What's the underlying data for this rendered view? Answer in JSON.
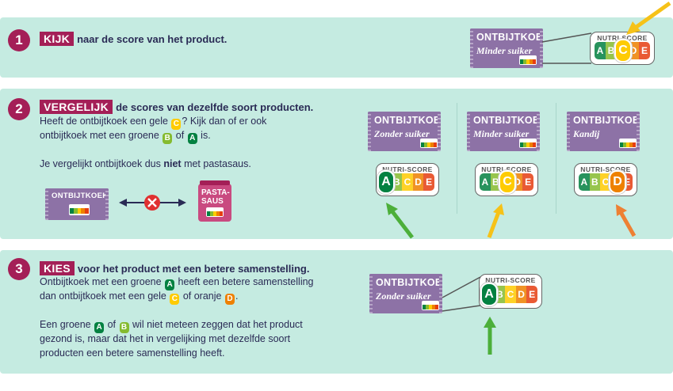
{
  "step1": {
    "number": "1",
    "keyword": "KIJK",
    "text": "naar de score van het product.",
    "package": {
      "title": "ONTBIJTKOEK",
      "subtitle": "Minder suiker"
    },
    "score": "C"
  },
  "step2": {
    "number": "2",
    "keyword": "VERGELIJK",
    "heading": "de scores van dezelfde soort producten.",
    "line1_a": "Heeft de ontbijtkoek een gele",
    "line1_b": "? Kijk dan of er ook",
    "line2_a": "ontbijtkoek met een groene",
    "line2_b": "of",
    "line2_c": "is.",
    "line3_a": "Je vergelijkt ontbijtkoek dus",
    "line3_bold": "niet",
    "line3_b": "met pastasaus.",
    "compare_left": "ONTBIJTKOEK",
    "compare_right": "PASTA-SAUS",
    "products": [
      {
        "title": "ONTBIJTKOEK",
        "subtitle": "Zonder suiker",
        "score": "A"
      },
      {
        "title": "ONTBIJTKOEK",
        "subtitle": "Minder suiker",
        "score": "C"
      },
      {
        "title": "ONTBIJTKOEK",
        "subtitle": "Kandij",
        "score": "D"
      }
    ]
  },
  "step3": {
    "number": "3",
    "keyword": "KIES",
    "heading": "voor het product met een betere samenstelling.",
    "l1_a": "Ontbijtkoek met een groene",
    "l1_b": "heeft een betere samenstelling",
    "l2_a": "dan ontbijtkoek met een gele",
    "l2_b": "of oranje",
    "l2_c": ".",
    "l3_a": "Een groene",
    "l3_b": "of",
    "l3_c": "wil niet meteen zeggen dat het product",
    "l4": "gezond is, maar dat het in vergelijking met dezelfde soort",
    "l5": "producten een betere samenstelling heeft.",
    "package": {
      "title": "ONTBIJTKOEK",
      "subtitle": "Zonder suiker"
    },
    "score": "A"
  },
  "nutriscore": {
    "label": "NUTRI-SCORE",
    "letters": [
      "A",
      "B",
      "C",
      "D",
      "E"
    ],
    "colors": [
      "#038141",
      "#85bb2f",
      "#fecb02",
      "#ee8100",
      "#e63e11"
    ]
  },
  "arrows": {
    "yellow": "#f6c218",
    "green": "#4caf3a",
    "orange": "#ee8033"
  }
}
